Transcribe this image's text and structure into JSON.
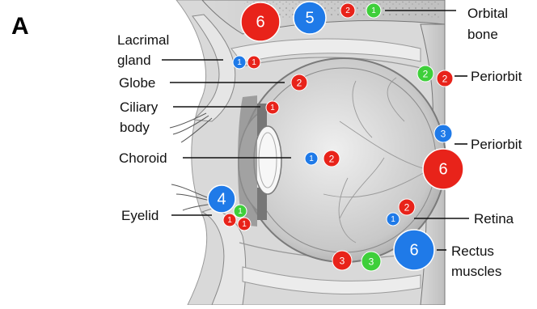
{
  "figure": {
    "panel_letter": "A",
    "labels": {
      "lacrimal_line1": "Lacrimal",
      "lacrimal_line2": "gland",
      "globe": "Globe",
      "ciliary_line1": "Ciliary",
      "ciliary_line2": "body",
      "choroid": "Choroid",
      "eyelid": "Eyelid",
      "orbital_line1": "Orbital",
      "orbital_line2": "bone",
      "periorbit_1": "Periorbit",
      "periorbit_2": "Periorbit",
      "retina": "Retina",
      "rectus_line1": "Rectus",
      "rectus_line2": "muscles"
    },
    "marker_colors": {
      "red": "#e8231a",
      "blue": "#1f7ae8",
      "green": "#3ecf3a"
    },
    "markers": [
      {
        "site": "orbital-bone",
        "color": "red",
        "value": "6"
      },
      {
        "site": "orbital-bone",
        "color": "blue",
        "value": "5"
      },
      {
        "site": "orbital-bone",
        "color": "red",
        "value": "2"
      },
      {
        "site": "orbital-bone",
        "color": "green",
        "value": "1"
      },
      {
        "site": "lacrimal-gland",
        "color": "blue",
        "value": "1"
      },
      {
        "site": "lacrimal-gland",
        "color": "red",
        "value": "1"
      },
      {
        "site": "globe",
        "color": "red",
        "value": "2"
      },
      {
        "site": "ciliary-body",
        "color": "red",
        "value": "1"
      },
      {
        "site": "choroid",
        "color": "blue",
        "value": "1"
      },
      {
        "site": "choroid",
        "color": "red",
        "value": "2"
      },
      {
        "site": "periorbit-upper",
        "color": "green",
        "value": "2"
      },
      {
        "site": "periorbit-upper",
        "color": "red",
        "value": "2"
      },
      {
        "site": "periorbit-lower",
        "color": "blue",
        "value": "3"
      },
      {
        "site": "periorbit-lower",
        "color": "red",
        "value": "6"
      },
      {
        "site": "eyelid",
        "color": "blue",
        "value": "4"
      },
      {
        "site": "eyelid",
        "color": "green",
        "value": "1"
      },
      {
        "site": "eyelid",
        "color": "red",
        "value": "1"
      },
      {
        "site": "eyelid",
        "color": "red",
        "value": "1"
      },
      {
        "site": "retina",
        "color": "red",
        "value": "2"
      },
      {
        "site": "retina",
        "color": "blue",
        "value": "1"
      },
      {
        "site": "rectus-muscles",
        "color": "red",
        "value": "3"
      },
      {
        "site": "rectus-muscles",
        "color": "green",
        "value": "3"
      },
      {
        "site": "rectus-muscles",
        "color": "blue",
        "value": "6"
      }
    ]
  }
}
